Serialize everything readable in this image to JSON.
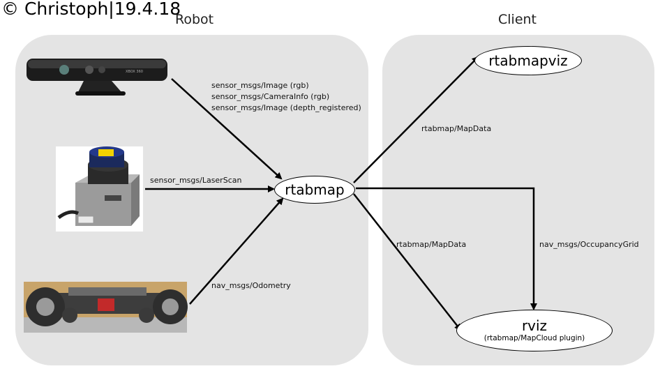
{
  "copyright": "© Christoph|19.4.18",
  "panels": {
    "robot": "Robot",
    "client": "Client"
  },
  "nodes": {
    "rtabmap": "rtabmap",
    "rtabmapviz": "rtabmapviz",
    "rviz": "rviz",
    "rviz_sub": "(rtabmap/MapCloud plugin)"
  },
  "edges": {
    "kinect_1": "sensor_msgs/Image (rgb)",
    "kinect_2": "sensor_msgs/CameraInfo (rgb)",
    "kinect_3": "sensor_msgs/Image (depth_registered)",
    "laser": "sensor_msgs/LaserScan",
    "odom": "nav_msgs/Odometry",
    "to_viz": "rtabmap/MapData",
    "to_rviz_map": "rtabmap/MapData",
    "to_rviz_grid": "nav_msgs/OccupancyGrid"
  },
  "devices": {
    "kinect": "XBOX 360"
  }
}
